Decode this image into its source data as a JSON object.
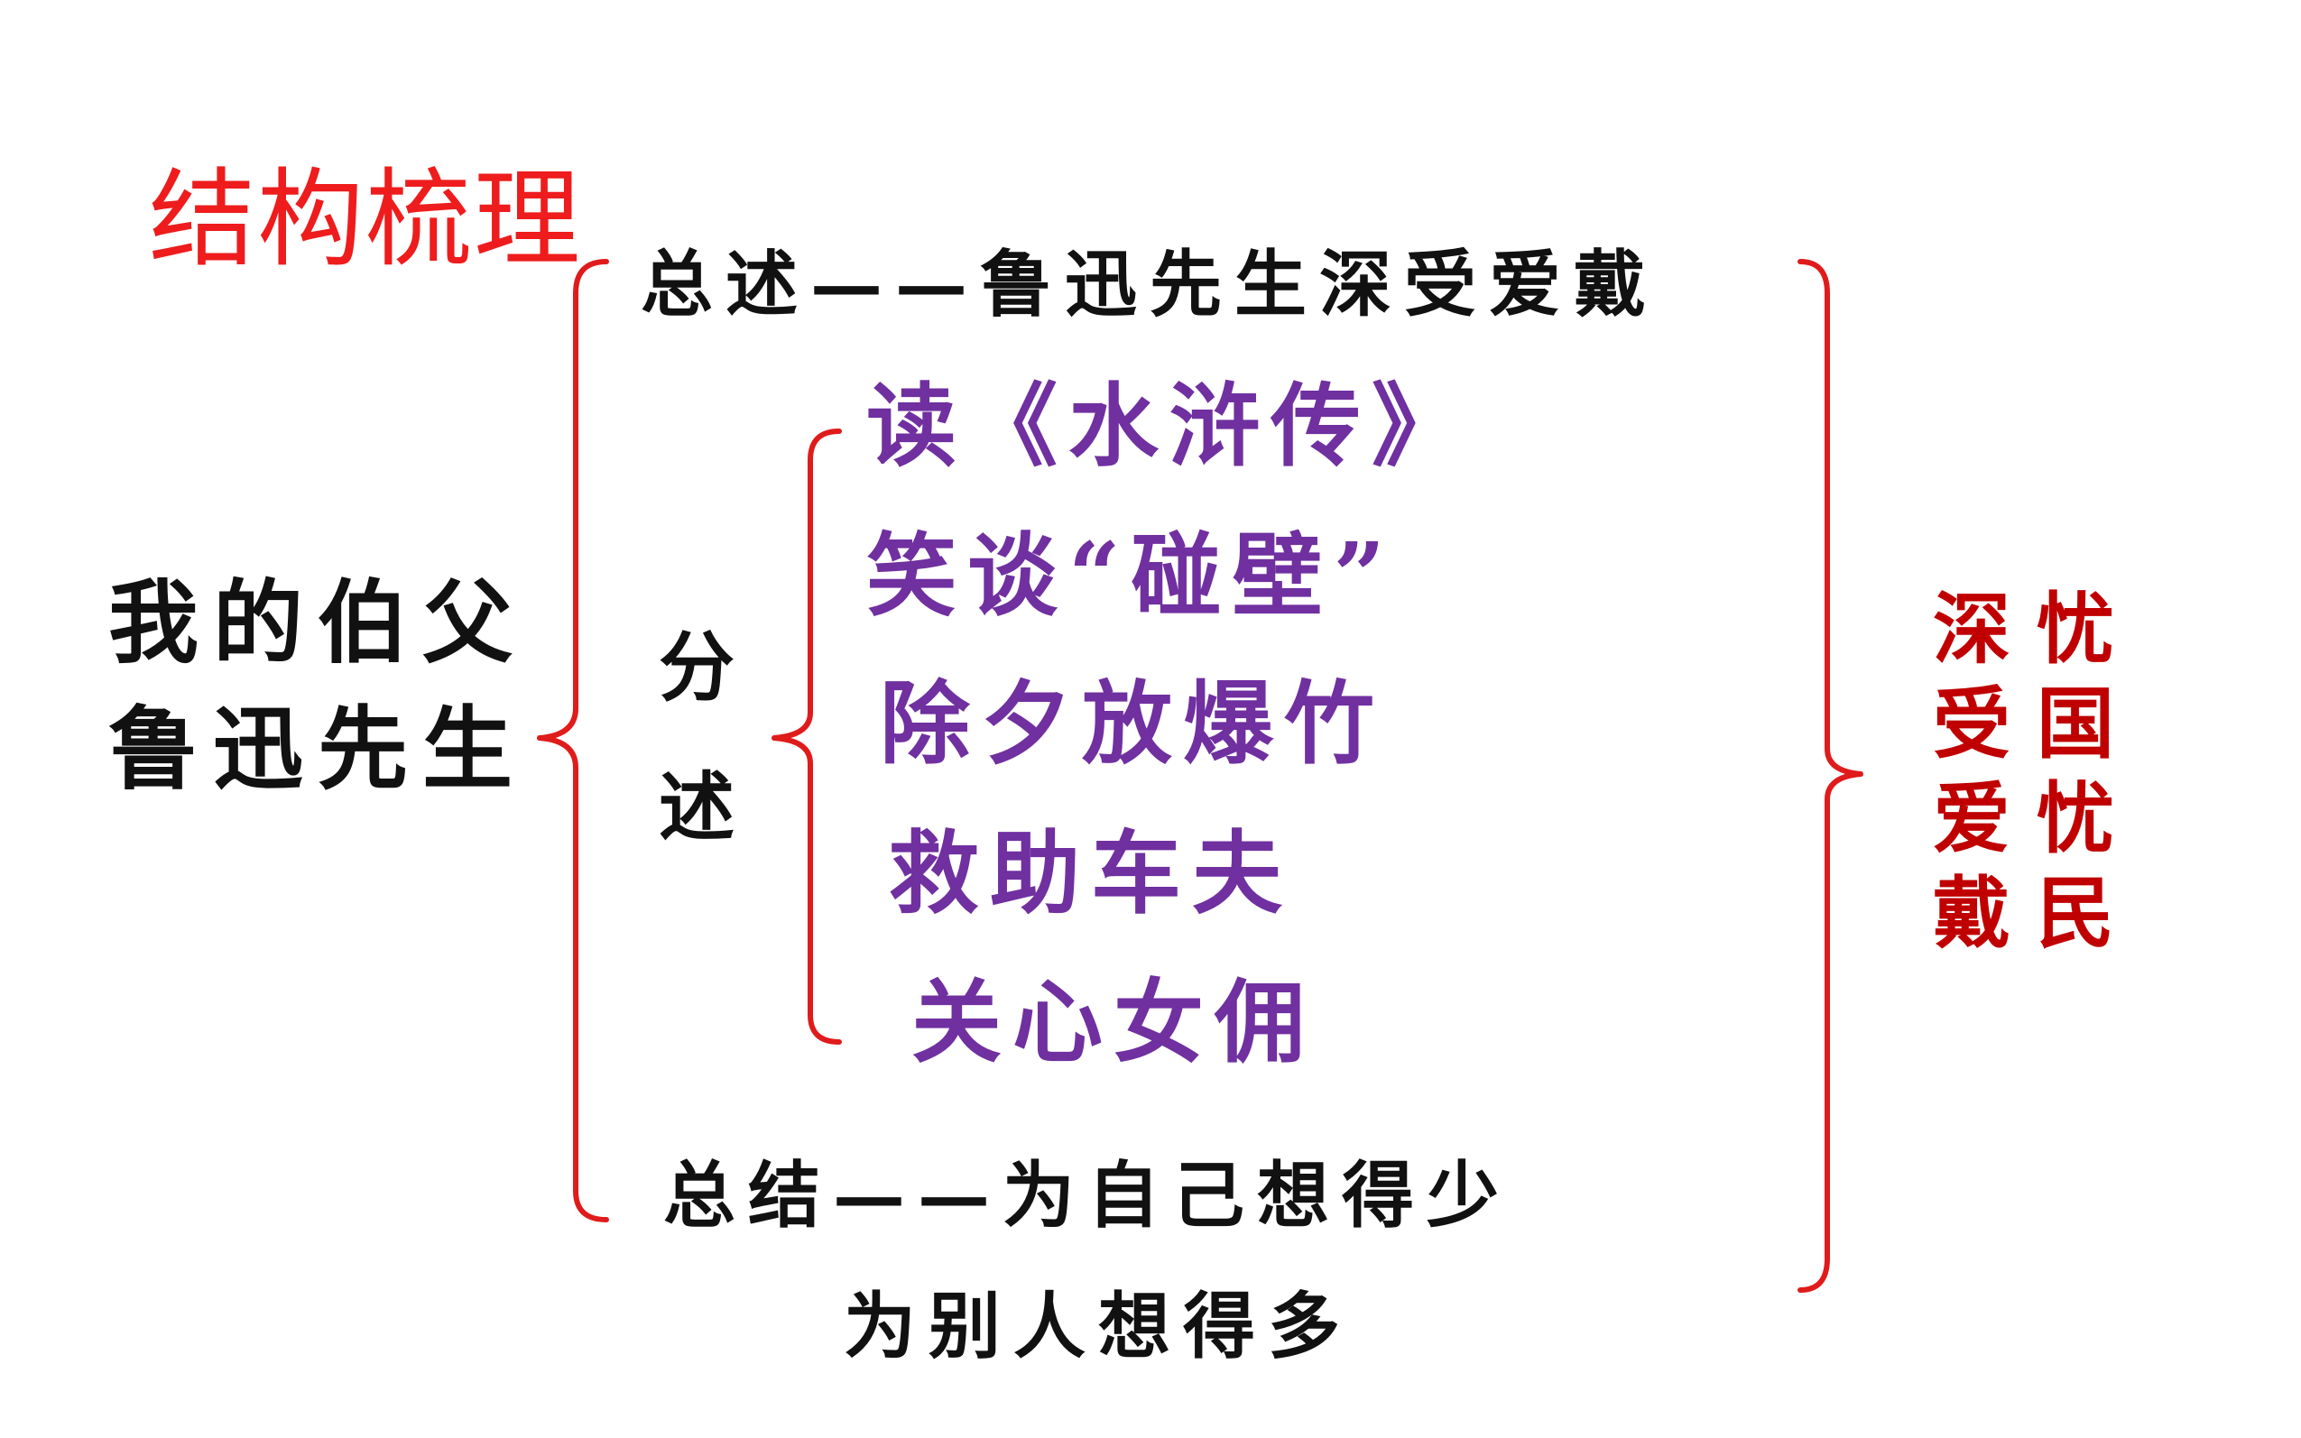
{
  "title": "结构梳理",
  "root": {
    "line1": "我的伯父",
    "line2": "鲁迅先生"
  },
  "overview": "总述——鲁迅先生深受爱戴",
  "detail_label": {
    "char1": "分",
    "char2": "述"
  },
  "events": [
    "读《水浒传》",
    "笑谈“碰壁”",
    "除夕放爆竹",
    "救助车夫",
    "关心女佣"
  ],
  "conclusion": {
    "line1": "总结——为自己想得少",
    "line2": "为别人想得多"
  },
  "theme": {
    "col1": "深受爱戴",
    "col2": "忧国忧民"
  },
  "colors": {
    "title": "#ee1c1c",
    "brace": "#e01b1b",
    "events": "#7030a0",
    "theme": "#c00000",
    "body_text": "#111111"
  }
}
